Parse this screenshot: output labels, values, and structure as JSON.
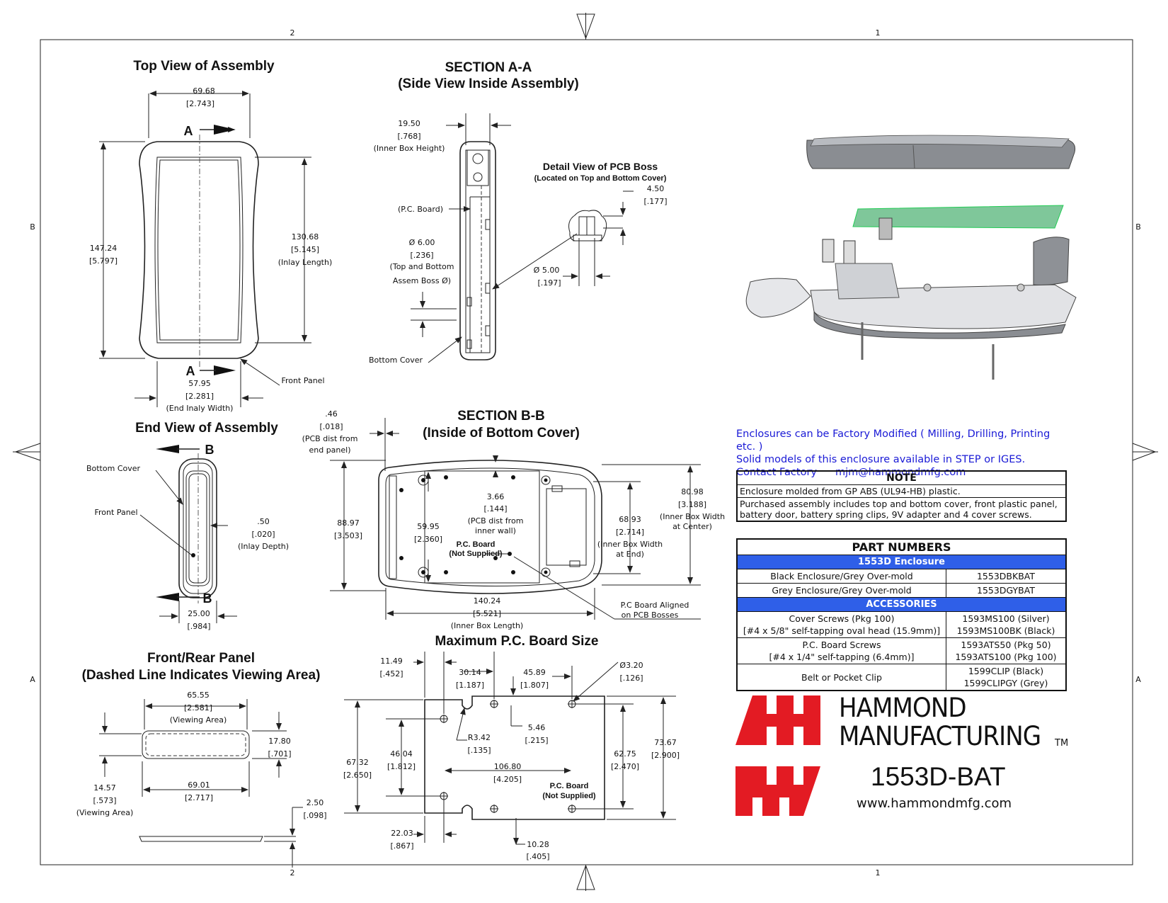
{
  "border_zones": {
    "top_left": "2",
    "top_right": "1",
    "bottom_left": "2",
    "bottom_right": "1",
    "left_upper": "B",
    "left_lower": "A",
    "right_upper": "B",
    "right_lower": "A"
  },
  "top_view": {
    "title": "Top View of Assembly",
    "width_dim": "69.68",
    "width_in": "[2.743]",
    "height_dim": "147.24",
    "height_in": "[5.797]",
    "inlay_len": "130.68",
    "inlay_len_in": "[5.145]",
    "inlay_len_note": "(Inlay Length)",
    "end_width": "57.95",
    "end_width_in": "[2.281]",
    "end_width_note": "(End Inaly Width)",
    "section_mark": "A",
    "front_panel": "Front Panel"
  },
  "section_aa": {
    "title_1": "SECTION A-A",
    "title_2": "(Side View Inside Assembly)",
    "height_dim": "19.50",
    "height_in": "[.768]",
    "height_note": "(Inner Box Height)",
    "pc_board": "(P.C. Board)",
    "boss_dim": "Ø 6.00",
    "boss_in": "[.236]",
    "boss_note_1": "(Top and Bottom",
    "boss_note_2": "Assem Boss Ø)",
    "bottom_cover": "Bottom Cover"
  },
  "pcb_boss": {
    "title": "Detail View of PCB Boss",
    "subtitle": "(Located on Top and Bottom Cover)",
    "h_dim": "4.50",
    "h_in": "[.177]",
    "d_dim": "Ø 5.00",
    "d_in": "[.197]"
  },
  "end_view": {
    "title": "End View of Assembly",
    "section_mark": "B",
    "bottom_cover": "Bottom Cover",
    "front_panel": "Front Panel",
    "inlay_depth": ".50",
    "inlay_depth_in": "[.020]",
    "inlay_depth_note": "(Inlay Depth)",
    "width_dim": "25.00",
    "width_in": "[.984]"
  },
  "section_bb": {
    "title_1": "SECTION B-B",
    "title_2": "(Inside of Bottom Cover)",
    "pcb_dist": ".46",
    "pcb_dist_in": "[.018]",
    "pcb_dist_note_1": "(PCB dist from",
    "pcb_dist_note_2": "end panel)",
    "height_dim": "88.97",
    "height_in": "[3.503]",
    "inner_dist": "3.66",
    "inner_dist_in": "[.144]",
    "inner_dist_note_1": "(PCB dist from",
    "inner_dist_note_2": "inner wall)",
    "board_h": "59.95",
    "board_h_in": "[2.360]",
    "pcb_label_1": "P.C. Board",
    "pcb_label_2": "(Not Supplied)",
    "end_width": "68.93",
    "end_width_in": "[2.714]",
    "end_width_note_1": "(Inner Box Width",
    "end_width_note_2": "at End)",
    "center_width": "80.98",
    "center_width_in": "[3.188]",
    "center_width_note_1": "(Inner Box Width",
    "center_width_note_2": "at Center)",
    "length": "140.24",
    "length_in": "[5.521]",
    "length_note": "(Inner Box Length)",
    "aligned_1": "P.C Board Aligned",
    "aligned_2": "on PCB Bosses"
  },
  "panel": {
    "title_1": "Front/Rear Panel",
    "title_2": "(Dashed Line Indicates Viewing Area)",
    "view_w": "65.55",
    "view_w_in": "[2.581]",
    "view_w_note": "(Viewing Area)",
    "h": "17.80",
    "h_in": "[.701]",
    "view_h": "14.57",
    "view_h_in": "[.573]",
    "view_h_note": "(Viewing Area)",
    "w": "69.01",
    "w_in": "[2.717]",
    "t": "2.50",
    "t_in": "[.098]"
  },
  "max_pcb": {
    "title": "Maximum P.C. Board Size",
    "d1": "11.49",
    "d1_in": "[.452]",
    "d2": "30.14",
    "d2_in": "[1.187]",
    "d3": "45.89",
    "d3_in": "[1.807]",
    "hole": "Ø3.20",
    "hole_in": "[.126]",
    "radius": "R3.42",
    "radius_in": "[.135]",
    "d4": "5.46",
    "d4_in": "[.215]",
    "h1": "67.32",
    "h1_in": "[2.650]",
    "h2": "46.04",
    "h2_in": "[1.812]",
    "w1": "106.80",
    "w1_in": "[4.205]",
    "h3": "62.75",
    "h3_in": "[2.470]",
    "h4": "73.67",
    "h4_in": "[2.900]",
    "pcb_label_1": "P.C. Board",
    "pcb_label_2": "(Not Supplied)",
    "d5": "22.03",
    "d5_in": "[.867]",
    "d6": "10.28",
    "d6_in": "[.405]"
  },
  "info": {
    "line1": "Enclosures can be Factory Modified ( Milling, Drilling, Printing etc. )",
    "line2": "Solid models of this enclosure available in STEP or IGES.",
    "contact_label": "Contact Factory",
    "contact_email": "mjm@hammondmfg.com"
  },
  "note": {
    "title": "NOTE",
    "row1": "Enclosure molded from GP ABS (UL94-HB) plastic.",
    "row2": "Purchased assembly includes top and bottom cover, front plastic panel, battery door, battery spring clips, 9V adapter and 4 cover screws."
  },
  "parts": {
    "title": "PART NUMBERS",
    "section1": "1553D Enclosure",
    "rows1": [
      {
        "desc": "Black Enclosure/Grey Over-mold",
        "part": "1553DBKBAT"
      },
      {
        "desc": "Grey Enclosure/Grey Over-mold",
        "part": "1553DGYBAT"
      }
    ],
    "section2": "ACCESSORIES",
    "rows2": [
      {
        "desc1": "Cover Screws (Pkg 100)",
        "desc2": "[#4 x 5/8\" self-tapping oval head (15.9mm)]",
        "part1": "1593MS100 (Silver)",
        "part2": "1593MS100BK (Black)"
      },
      {
        "desc1": "P.C. Board Screws",
        "desc2": "[#4 x 1/4\" self-tapping (6.4mm)]",
        "part1": "1593ATS50 (Pkg 50)",
        "part2": "1593ATS100 (Pkg 100)"
      },
      {
        "desc1": "Belt or Pocket Clip",
        "desc2": "",
        "part1": "1599CLIP (Black)",
        "part2": "1599CLIPGY (Grey)"
      }
    ]
  },
  "brand": {
    "name_1": "HAMMOND",
    "name_2": "MANUFACTURING",
    "tm": "TM",
    "model": "1553D-BAT",
    "website": "www.hammondmfg.com",
    "logo_color": "#e31b23"
  },
  "colors": {
    "info_text": "#1a1ad6",
    "table_header": "#2f5fe8",
    "pcb_green": "#7fc79a"
  }
}
